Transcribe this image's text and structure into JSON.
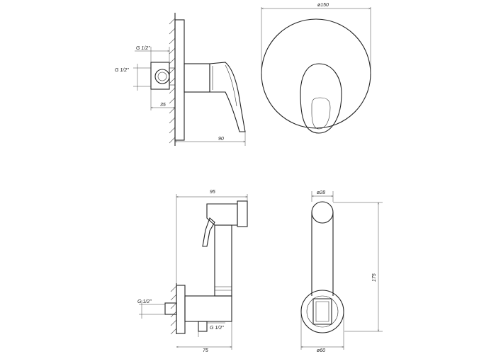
{
  "drawing": {
    "mixer_side": {
      "dims": {
        "thread_top": "G 1/2\"",
        "thread_left": "G 1/2\"",
        "offset": "35",
        "depth": "90"
      }
    },
    "mixer_front": {
      "dims": {
        "diameter": "ø150"
      }
    },
    "shower_side": {
      "dims": {
        "width": "95",
        "thread_left": "G 1/2\"",
        "thread_bottom": "G 1/2\"",
        "depth": "75"
      }
    },
    "shower_front": {
      "dims": {
        "head_diameter": "ø28",
        "height": "175",
        "flange_diameter": "ø60"
      }
    }
  }
}
